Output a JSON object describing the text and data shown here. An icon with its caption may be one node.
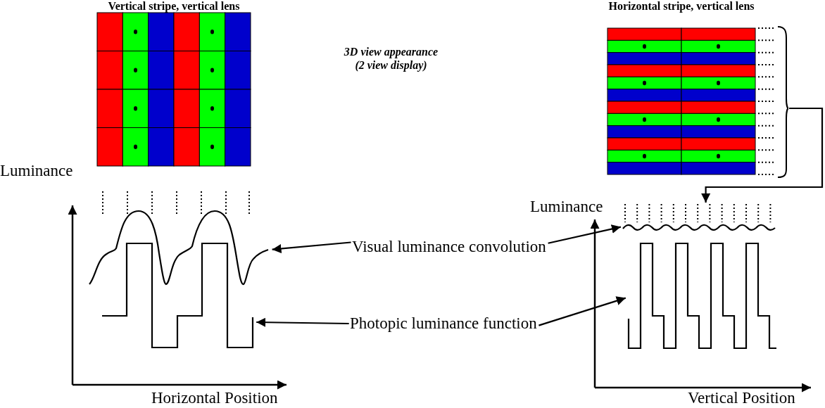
{
  "diagram": {
    "nodes": [
      {
        "text": [
          "Vertical stripe, vertical lens"
        ]
      },
      {
        "text": [
          "Horizontal stripe, vertical lens"
        ]
      },
      {
        "text": [],
        "shape": "lines"
      },
      {
        "text": [],
        "shape": "curve"
      },
      {
        "text": [],
        "shape": "curve"
      },
      {
        "text": [
          "Visual luminance convolution"
        ]
      },
      {
        "text": [],
        "shape": "curve"
      },
      {
        "text": [],
        "shape": "curve"
      },
      {
        "text": [
          "Photopic luminance function"
        ]
      }
    ],
    "edges": [
      {
        "from": 1,
        "to": 2,
        "arrow": "to"
      },
      {
        "from": 5,
        "to": 3,
        "arrow": "to"
      },
      {
        "from": 5,
        "to": 4,
        "arrow": "to"
      },
      {
        "from": 8,
        "to": 6,
        "arrow": "to"
      },
      {
        "from": 8,
        "to": 7,
        "arrow": "to"
      }
    ],
    "labels": [
      "3D view appearance (2 view display)",
      "Luminance",
      "Luminance",
      "Horizontal Position",
      "Vertical Position"
    ]
  }
}
